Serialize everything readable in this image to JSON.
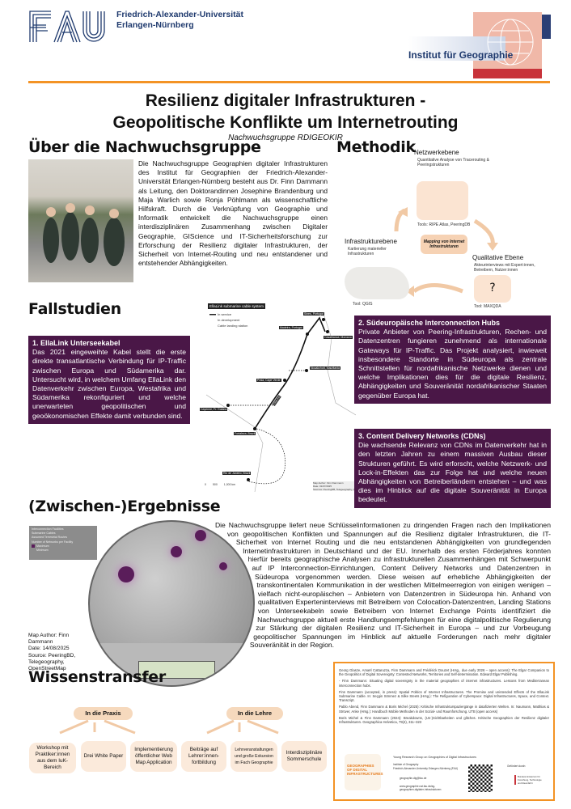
{
  "header": {
    "logo_fau": "FAU",
    "university": "Friedrich-Alexander-Universität",
    "university_city": "Erlangen-Nürnberg",
    "institute": "Institut für Geographie",
    "title_line1": "Resilienz digitaler Infrastrukturen -",
    "title_line2": "Geopolitische Konflikte um Internetrouting",
    "subtitle": "Nachwuchsgruppe RDIGEOKIR"
  },
  "about": {
    "heading": "Über die Nachwuchsgruppe",
    "text": "Die Nachwuchsgruppe Geographien digitaler Infrastrukturen des Institut für Geographien der Friedrich-Alexander-Universität Erlangen-Nürnberg besteht aus Dr. Finn Dammann als Leitung, den Doktorandinnen Josephine Brandenburg und Maja Warlich sowie Ronja Pöhlmann als wissenschaftliche Hilfskraft. Durch die Verknüpfung von Geographie und Informatik entwickelt die Nachwuchsgruppe einen interdisziplinären Zusammenhang zwischen Digitaler Geographie, GIScience und IT-Sicherheitsforschung zur Erforschung der Resilienz digitaler Infrastrukturen, der Sicherheit von Internet-Routing und neu entstandener und entstehender Abhängigkeiten."
  },
  "method": {
    "heading": "Methodik",
    "center": "Mapping von Internet Infrastrukturen",
    "network": {
      "title": "Netzwerkebene",
      "desc": "Quantitative Analyse von Tracerouting & Peeringstrukturen",
      "tools": "Tools: RIPE Atlas, PeeringDB"
    },
    "qualitative": {
      "title": "Qualitative Ebene",
      "desc": "Akteurinterviews mit Expert:innen, Betreibern, Nutzer:innen",
      "tools": "Tool: MAXQDA"
    },
    "infra": {
      "title": "Infrastrukturebene",
      "desc": "Kartierung materieller Infrastrukturen",
      "tools": "Tool: QGIS"
    }
  },
  "cases": {
    "heading": "Fallstudien",
    "items": [
      {
        "title": "1. EllaLink Unterseekabel",
        "text": "Das 2021 eingeweihte Kabel stellt die erste direkte transatlantische Verbindung für IP-Traffic zwischen Europa und Südamerika dar. Untersucht wird, in welchem Umfang EllaLink den Datenverkehr zwischen Europa, Westafrika und Südamerika rekonfiguriert und welche unerwarteten geopolitischen und geoökonomischen Effekte damit verbunden sind."
      },
      {
        "title": "2. Südeuropäische Interconnection Hubs",
        "text": "Private Anbieter von Peering-Infrastrukturen, Rechen- und Datenzentren fungieren zunehmend als internationale Gateways für IP-Traffic. Das Projekt analysiert, inwieweit insbesondere Standorte in Südeuropa als zentrale Schnittstellen für nordafrikanische Netzwerke dienen und welche Implikationen dies für die digitale Resilienz, Abhängigkeiten und Souveränität nordafrikanischer Staaten gegenüber Europa hat."
      },
      {
        "title": "3. Content Delivery Networks (CDNs)",
        "text": "Die wachsende Relevanz von CDNs im Datenverkehr hat in den letzten Jahren zu einem massiven Ausbau dieser Strukturen geführt. Es wird erforscht, welche Netzwerk- und Lock-in-Effekten das zur Folge hat und welche neuen Abhängigkeiten von Betreiberländern entstehen – und was dies im Hinblick auf die digitale Souveränität in Europa bedeutet."
      }
    ],
    "cable_map": {
      "title": "EllaLink submarine cable system",
      "legend": [
        "In service",
        "In development",
        "Cable landing station"
      ],
      "stations": [
        "Sines, Portugal",
        "Madeira, Portugal",
        "Casablanca, Morocco",
        "Nouakchott, Mauritania",
        "Praia, Cape Verde",
        "Cayenne, Fr. Guiana",
        "Fortaleza, Brazil",
        "Rio de Janeiro, Brazil"
      ],
      "cable_label": "EllaLink",
      "scale": [
        "0",
        "500",
        "1,000 km"
      ],
      "credit": "Map Author: Finn Dammann\nDate: 01/07/2025\nSources: PeeringDB, Telegeography, OSM"
    }
  },
  "results": {
    "heading": "(Zwischen-)Ergebnisse",
    "legend": [
      "Interconnection Facilities",
      "Submarine Cables",
      "Assumed Terrestrial Routes",
      "Number of Networks per Facility",
      "Maximum",
      "Minimum"
    ],
    "map_author": "Map Author: Finn Dammann",
    "date": "Date: 14/08/2025",
    "source": "Source: PeeringBD, Telegeography, OpenStreetMap",
    "text": "Die Nachwuchsgruppe liefert neue Schlüsselinformationen zu dringenden Fragen nach den Implikationen von geopolitischen Konflikten und Spannungen auf die Resilienz digitaler Infrastrukturen, die IT-Sicherheit von Internet Routing und die neu entstandenen Abhängigkeiten von grundlegenden Internetinfrastrukturen in Deutschland und der EU. Innerhalb des ersten Förderjahres konnten hierfür bereits geographische Analysen zu infrastrukturellen Zusammenhängen mit Schwerpunkt auf IP Interconnection-Einrichtungen, Content Delivery Networks und Datenzentren in Südeuropa vorgenommen werden. Diese weisen auf erhebliche Abhängigkeiten der transkontinentalen Kommunikation in der westlichen Mittelmeerregion von einigen wenigen – vielfach nicht-europäischen – Anbietern von Datenzentren in Südeuropa hin. Anhand von qualitativen Experteninterviews mit Betreibern von Colocation-Datenzentren, Landing Stations von Unterseekabeln sowie Betreibern von Internet Exchange Points identifiziert die Nachwuchsgruppe aktuell erste Handlungsempfehlungen für eine digitalpolitische Regulierung zur Stärkung der digitalen Resilienz und IT-Sicherheit in Europa – und zur Vorbeugung geopolitischer Spannungen im Hinblick auf aktuelle Forderungen nach mehr digitaler Souveränität in der Region."
  },
  "transfer": {
    "heading": "Wissenstransfer",
    "praxis": {
      "label": "In die Praxis",
      "items": [
        "Workshop mit Praktiker:innen aus dem IuK-Bereich",
        "Drei White Paper",
        "Implementierung öffentlicher Web Map Application"
      ]
    },
    "lehre": {
      "label": "In die Lehre",
      "items": [
        "Beiträge auf Lehrer:innen-fortbildung",
        "Lehrveranstaltungen und große Exkursion im Fach Geographie",
        "Interdisziplinäre Sommerschule"
      ]
    }
  },
  "references": {
    "items": [
      "Georg Glasze, Amaël Cattaruzza, Finn Dammann and Frédérick Douzet (Hrsg., due early 2026 – open access): The Elgar Companion to the Geopolitics of Digital Sovereignty: Contested Networks, Territories and Self-determination. Edward Elgar Publishing.",
      "- Finn Dammann: Situating digital sovereignty in the material geographies of internet infrastructures. Lessons from Mediterranean interconnection hubs.",
      "Finn Dammann (accepted, in press): Spatial Politics of Internet Infrastructures. The Promise and unintended Effects of the EllaLink Submarine Cable. In: Seçgin Sönmez & Silke Steets (Hrsg.): The Refiguration of Cyberspace: Digital Infrastructures, Space, and Context. Transcript.",
      "Pablo Abend, Finn Dammann & Boris Michel (2025): Kritische Infrastrukturspaziergänge in datafizierten Welten. In: Naumann, Matthias & Strüver, Anke (Hrsg.): Handbuch Mobile Methoden in der Sozial- und Raumforschung. UTB (open access)",
      "Boris Michel & Finn Dammann (2024): Breakdowns, (Un-)Sichtbarkeiten und glitches. Kritische Geographien der Resilienz digitaler Infrastrukturen. Geographica Helvetica, 79(4), 311–323"
    ],
    "logo_text": "GEOGRAPHIES OF DIGITAL INFRASTRUCTURES",
    "group": "Young Research Group on Geographies of Digital Infrastructures",
    "inst": "Institute of Geography",
    "uni": "Friedrich-Alexander-University Erlangen-Nürnberg (FAU)",
    "email": "geographie-dig@fau.de",
    "web": "www.geographie.nat.fau.de/ag-geographien-digitaler-infrastrukturen",
    "funded": "Gefördert durch:",
    "ministry": "Bundesministerium für Forschung, Technologie und Raumfahrt"
  },
  "colors": {
    "accent_orange": "#f39325",
    "box_purple": "#4a1747",
    "pill_peach": "#f6d9bd",
    "fau_blue": "#1f3a6e"
  }
}
